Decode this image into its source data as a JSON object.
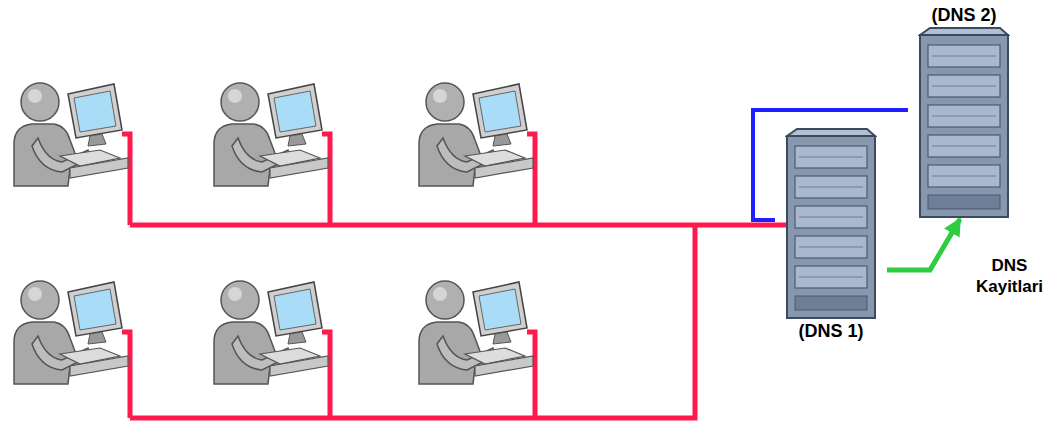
{
  "diagram": {
    "nodes": [
      {
        "text": [
          "(DNS 1)"
        ]
      },
      {
        "text": [
          "(DNS 2)"
        ]
      }
    ],
    "edges": [
      {
        "from": 0,
        "to": 1,
        "arrow": "none"
      },
      {
        "from": 0,
        "to": 1,
        "arrow": "to",
        "label": "DNS Kayitlari"
      }
    ]
  }
}
